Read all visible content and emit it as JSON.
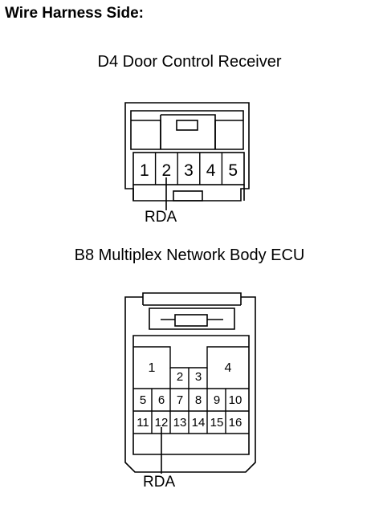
{
  "heading": "Wire Harness Side:",
  "connectors": [
    {
      "title": "D4 Door Control Receiver",
      "pins": [
        "1",
        "2",
        "3",
        "4",
        "5"
      ],
      "signal_label": "RDA",
      "signal_pin": "2"
    },
    {
      "title": "B8 Multiplex Network Body ECU",
      "pins": [
        "1",
        "2",
        "3",
        "4",
        "5",
        "6",
        "7",
        "8",
        "9",
        "10",
        "11",
        "12",
        "13",
        "14",
        "15",
        "16"
      ],
      "signal_label": "RDA",
      "signal_pin": "12"
    }
  ]
}
